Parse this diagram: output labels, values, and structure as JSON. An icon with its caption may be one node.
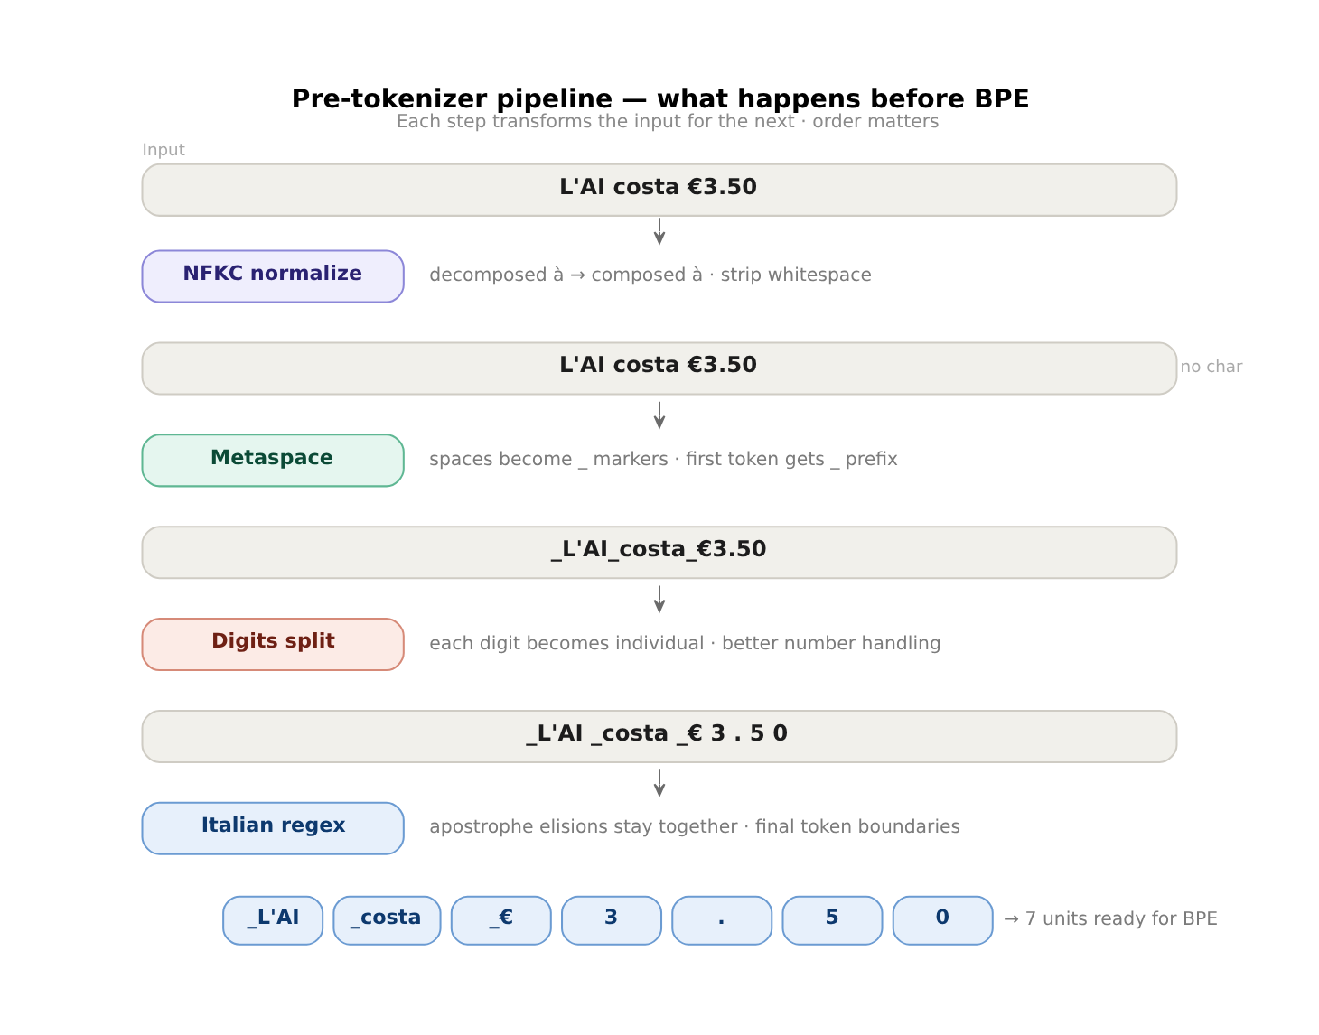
{
  "diagram": {
    "title": "Pre-tokenizer pipeline — what happens before BPE",
    "caption": "Each step transforms the input for the next · order matters",
    "nodes": [
      {
        "text": [
          "Input",
          "L'AI costa €3.50"
        ]
      },
      {
        "text": [
          "NFKC normalize"
        ],
        "beside": [
          "decomposed à → composed à · strip whitespace"
        ]
      },
      {
        "text": [
          "L'AI costa €3.50"
        ],
        "beside": [
          "no char"
        ]
      },
      {
        "text": [
          "Metaspace"
        ],
        "beside": [
          "spaces become _ markers · first token gets _ prefix"
        ]
      },
      {
        "text": [
          "_L'AI_costa_€3.50"
        ]
      },
      {
        "text": [
          "Digits split"
        ],
        "beside": [
          "each digit becomes individual · better number handling"
        ]
      },
      {
        "text": [
          "_L'AI _costa _€ 3 . 5 0"
        ]
      },
      {
        "text": [
          "Italian regex"
        ],
        "beside": [
          "apostrophe elisions stay together · final token boundaries"
        ]
      },
      {
        "text": [
          "_L'AI"
        ]
      },
      {
        "text": [
          "_costa"
        ]
      },
      {
        "text": [
          "_€"
        ]
      },
      {
        "text": [
          "3"
        ]
      },
      {
        "text": [
          "."
        ]
      },
      {
        "text": [
          "5"
        ]
      },
      {
        "text": [
          "0"
        ]
      }
    ],
    "edges": [
      {
        "from": 0,
        "to": 1,
        "arrow": "to"
      },
      {
        "from": 2,
        "to": 3,
        "arrow": "to"
      },
      {
        "from": 4,
        "to": 5,
        "arrow": "to"
      },
      {
        "from": 6,
        "to": 7,
        "arrow": "to"
      }
    ],
    "labels": [
      "→ 7 units ready for BPE"
    ]
  }
}
